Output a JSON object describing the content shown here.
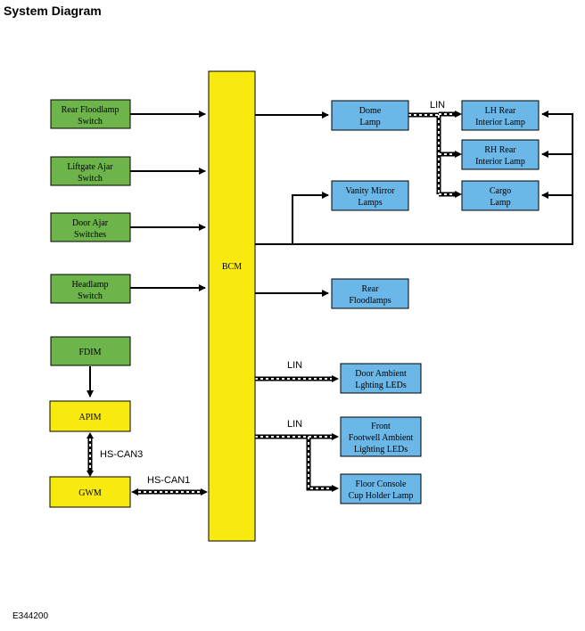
{
  "title": "System Diagram",
  "figure_id": "E344200",
  "colors": {
    "green": "#6db54a",
    "yellow": "#f8ea0f",
    "blue": "#6ab7e8",
    "line": "#000000"
  },
  "bcm": {
    "label": "BCM"
  },
  "inputs": {
    "rear_floodlamp_switch": [
      "Rear Floodlamp",
      "Switch"
    ],
    "liftgate_ajar_switch": [
      "Liftgate Ajar",
      "Switch"
    ],
    "door_ajar_switches": [
      "Door Ajar",
      "Switches"
    ],
    "headlamp_switch": [
      "Headlamp",
      "Switch"
    ]
  },
  "modules": {
    "fdim": "FDIM",
    "apim": "APIM",
    "gwm": "GWM"
  },
  "outputs": {
    "dome_lamp": [
      "Dome",
      "Lamp"
    ],
    "lh_rear_interior_lamp": [
      "LH Rear",
      "Interior Lamp"
    ],
    "rh_rear_interior_lamp": [
      "RH Rear",
      "Interior Lamp"
    ],
    "cargo_lamp": [
      "Cargo",
      "Lamp"
    ],
    "vanity_mirror_lamps": [
      "Vanity Mirror",
      "Lamps"
    ],
    "rear_floodlamps": [
      "Rear",
      "Floodlamps"
    ],
    "door_ambient_leds": [
      "Door Ambient",
      "Lghting LEDs"
    ],
    "front_footwell_leds": [
      "Front",
      "Footwell Ambient",
      "Lighting LEDs"
    ],
    "floor_console_lamp": [
      "Floor Console",
      "Cup Holder Lamp"
    ]
  },
  "buses": {
    "lin_1": "LIN",
    "lin_2": "LIN",
    "lin_3": "LIN",
    "hs_can3": "HS-CAN3",
    "hs_can1": "HS-CAN1"
  }
}
